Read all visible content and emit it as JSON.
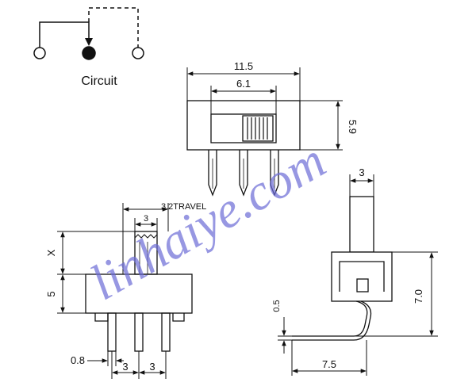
{
  "circuit": {
    "label": "Circuit"
  },
  "front_view": {
    "overall_width": "11.5",
    "slot_width": "6.1",
    "height": "5.9"
  },
  "side_view": {
    "travel": "3.2TRAVEL",
    "knob_offset": "3",
    "knob_height": "X",
    "body_height": "5",
    "pin_width": "0.8",
    "pitch_1": "3",
    "pitch_2": "3"
  },
  "end_view": {
    "knob_width": "3",
    "height": "7.0",
    "lead_thickness": "0.5",
    "lead_length": "7.5"
  },
  "watermark": "linhaiye.com",
  "colors": {
    "line": "#111111",
    "watermark": "#6b6bd6"
  }
}
